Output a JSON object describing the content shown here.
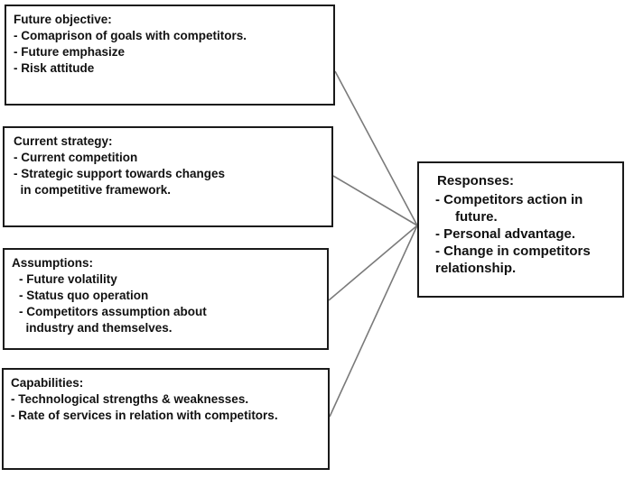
{
  "objective": {
    "title": "Future objective:",
    "items": [
      "- Comaprison of goals with competitors.",
      "- Future emphasize",
      "- Risk attitude"
    ]
  },
  "strategy": {
    "title": "Current strategy:",
    "items": [
      "- Current competition",
      "- Strategic support towards changes",
      "  in competitive framework."
    ]
  },
  "assumptions": {
    "title": "Assumptions:",
    "items": [
      "- Future volatility",
      "- Status quo operation",
      "- Competitors assumption about",
      "  industry and themselves."
    ]
  },
  "capabilities": {
    "title": "Capabilities:",
    "items": [
      "- Technological strengths & weaknesses.",
      "- Rate of services in relation with competitors."
    ]
  },
  "responses": {
    "title": "Responses:",
    "items": [
      "- Competitors action in",
      "future.",
      "- Personal advantage.",
      "- Change in competitors",
      "relationship."
    ]
  }
}
